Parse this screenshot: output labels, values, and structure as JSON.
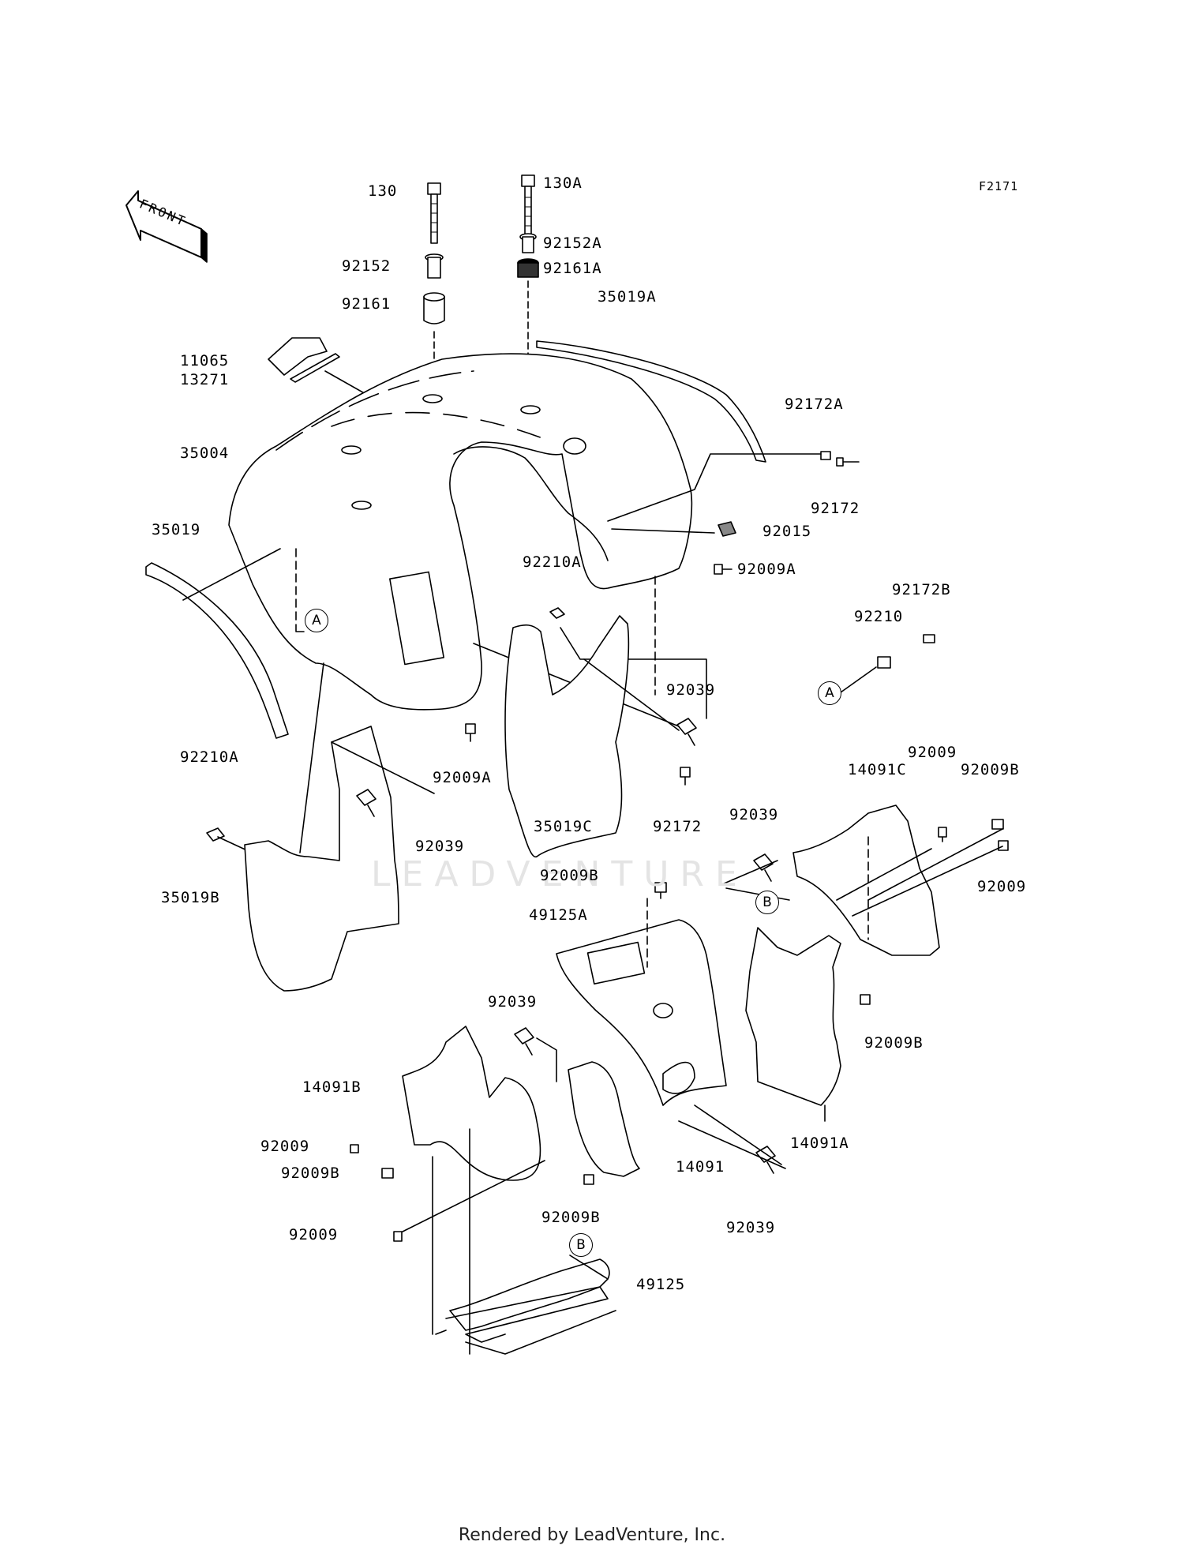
{
  "diagram_code": "F2171",
  "front_label": "FRONT",
  "watermark": "LEADVENTURE",
  "credit": "Rendered by LeadVenture, Inc.",
  "ref_marks": {
    "A": "A",
    "B": "B"
  },
  "part_labels": {
    "p130": "130",
    "p130A": "130A",
    "p92152": "92152",
    "p92152A": "92152A",
    "p92161": "92161",
    "p92161A": "92161A",
    "p35019A": "35019A",
    "p11065": "11065",
    "p13271": "13271",
    "p35004": "35004",
    "p92172A": "92172A",
    "p92172_top": "92172",
    "p92015": "92015",
    "p35019": "35019",
    "p92210A_top": "92210A",
    "p92009A_right": "92009A",
    "p92172B": "92172B",
    "p92210": "92210",
    "p92039_mid": "92039",
    "p92009A_mid": "92009A",
    "p92210A_left": "92210A",
    "p92039_left": "92039",
    "p35019C": "35019C",
    "p92172_mid": "92172",
    "p92009_r1": "92009",
    "p14091C": "14091C",
    "p92009B_r": "92009B",
    "p92039_r": "92039",
    "p92009_r2": "92009",
    "p92009B_c": "92009B",
    "p35019B": "35019B",
    "p49125A": "49125A",
    "p92039_low": "92039",
    "p92009B_r2": "92009B",
    "p14091B": "14091B",
    "p92009_l1": "92009",
    "p92009B_l": "92009B",
    "p14091": "14091",
    "p14091A": "14091A",
    "p92009B_low": "92009B",
    "p92039_low2": "92039",
    "p92009_l2": "92009",
    "p49125": "49125"
  }
}
